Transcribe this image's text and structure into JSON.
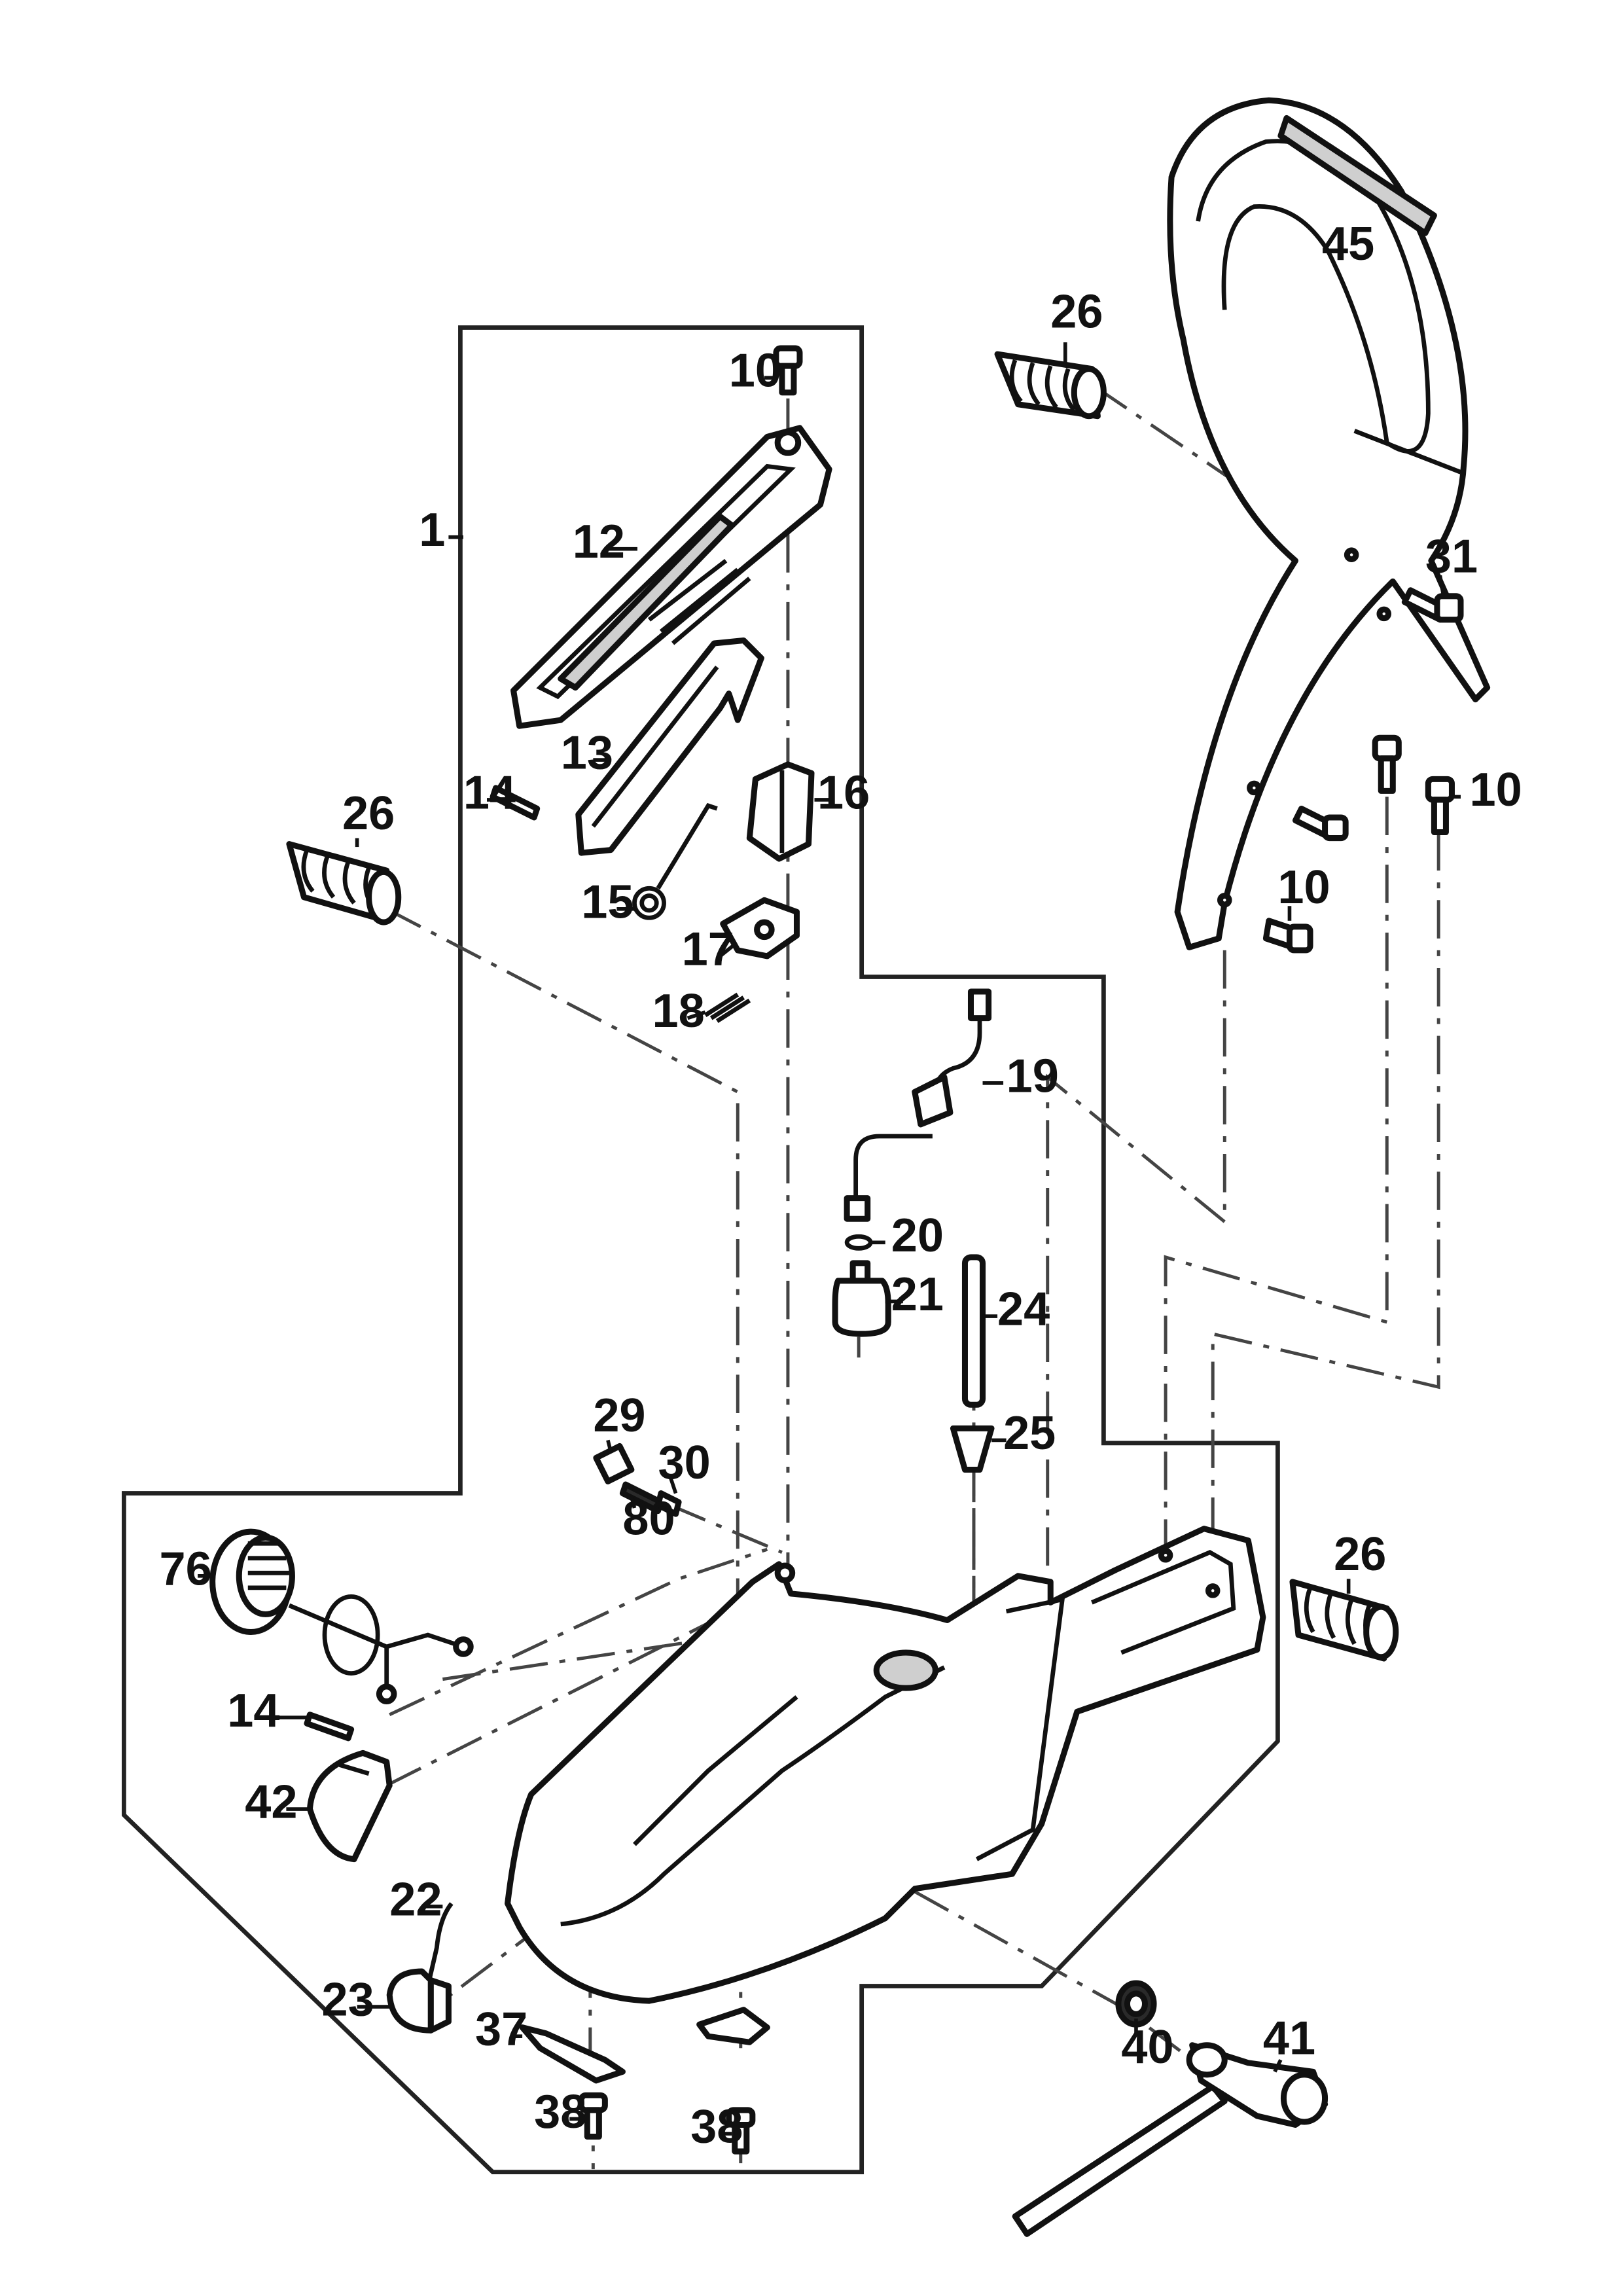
{
  "diagram": {
    "callouts": {
      "c1": "1",
      "c10a": "10",
      "c10b": "10",
      "c10c": "10",
      "c12": "12",
      "c13": "13",
      "c14a": "14",
      "c14b": "14",
      "c15": "15",
      "c16": "16",
      "c17": "17",
      "c18": "18",
      "c19": "19",
      "c20": "20",
      "c21": "21",
      "c22": "22",
      "c23": "23",
      "c24": "24",
      "c25": "25",
      "c26a": "26",
      "c26b": "26",
      "c26c": "26",
      "c29": "29",
      "c30": "30",
      "c31": "31",
      "c37": "37",
      "c38a": "38",
      "c38b": "38",
      "c40": "40",
      "c41": "41",
      "c42": "42",
      "c45": "45",
      "c76": "76",
      "c80": "80"
    }
  }
}
